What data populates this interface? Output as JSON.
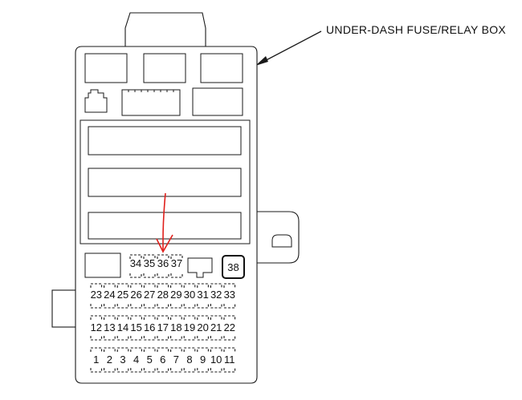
{
  "title": "UNDER-DASH FUSE/RELAY BOX",
  "colors": {
    "line": "#1a1a1a",
    "marker": "#e0201c"
  },
  "fuses": {
    "row1": [
      "1",
      "2",
      "3",
      "4",
      "5",
      "6",
      "7",
      "8",
      "9",
      "10",
      "11"
    ],
    "row2": [
      "12",
      "13",
      "14",
      "15",
      "16",
      "17",
      "18",
      "19",
      "20",
      "21",
      "22"
    ],
    "row3": [
      "23",
      "24",
      "25",
      "26",
      "27",
      "28",
      "29",
      "30",
      "31",
      "32",
      "33"
    ],
    "top_row": [
      "34",
      "35",
      "36",
      "37"
    ],
    "boxed": "38"
  },
  "highlight": {
    "target_fuse": "36",
    "marker": "red-hand-drawn-arrow"
  }
}
